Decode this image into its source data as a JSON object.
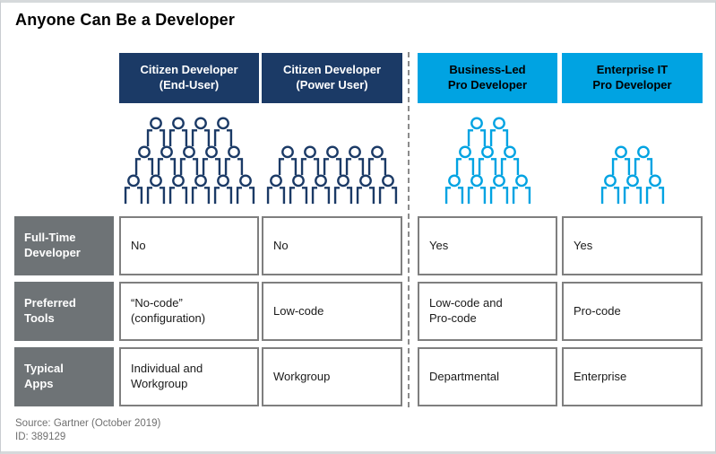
{
  "title": "Anyone Can Be a Developer",
  "colors": {
    "navy": "#1B3A66",
    "light_blue": "#00A3E2",
    "row_label_gray": "#6E7376",
    "cell_border_gray": "#7F7F7F",
    "divider_gray": "#8C8C8C",
    "footer_text_gray": "#707070"
  },
  "columns": [
    {
      "label": "Citizen Developer\n(End-User)",
      "theme": "navy",
      "icon_rows": [
        4,
        5,
        6
      ]
    },
    {
      "label": "Citizen Developer\n(Power User)",
      "theme": "navy",
      "icon_rows": [
        5,
        6
      ]
    },
    {
      "label": "Business-Led\nPro Developer",
      "theme": "blue",
      "icon_rows": [
        2,
        3,
        4
      ]
    },
    {
      "label": "Enterprise IT\nPro Developer",
      "theme": "blue",
      "icon_rows": [
        2,
        3
      ]
    }
  ],
  "rows": [
    {
      "label": "Full-Time\nDeveloper",
      "values": [
        "No",
        "No",
        "Yes",
        "Yes"
      ]
    },
    {
      "label": "Preferred\nTools",
      "values": [
        "“No-code”\n(configuration)",
        "Low-code",
        "Low-code and\nPro-code",
        "Pro-code"
      ]
    },
    {
      "label": "Typical\nApps",
      "values": [
        "Individual and\nWorkgroup",
        "Workgroup",
        "Departmental",
        "Enterprise"
      ]
    }
  ],
  "footer": {
    "source": "Source: Gartner (October 2019)",
    "id": "ID: 389129"
  },
  "chart_data": {
    "type": "table",
    "title": "Anyone Can Be a Developer",
    "categories": [
      "Citizen Developer (End-User)",
      "Citizen Developer (Power User)",
      "Business-Led Pro Developer",
      "Enterprise IT Pro Developer"
    ],
    "pictogram_people_counts": [
      15,
      11,
      9,
      5
    ],
    "series": [
      {
        "name": "Full-Time Developer",
        "values": [
          "No",
          "No",
          "Yes",
          "Yes"
        ]
      },
      {
        "name": "Preferred Tools",
        "values": [
          "“No-code” (configuration)",
          "Low-code",
          "Low-code and Pro-code",
          "Pro-code"
        ]
      },
      {
        "name": "Typical Apps",
        "values": [
          "Individual and Workgroup",
          "Workgroup",
          "Departmental",
          "Enterprise"
        ]
      }
    ]
  }
}
